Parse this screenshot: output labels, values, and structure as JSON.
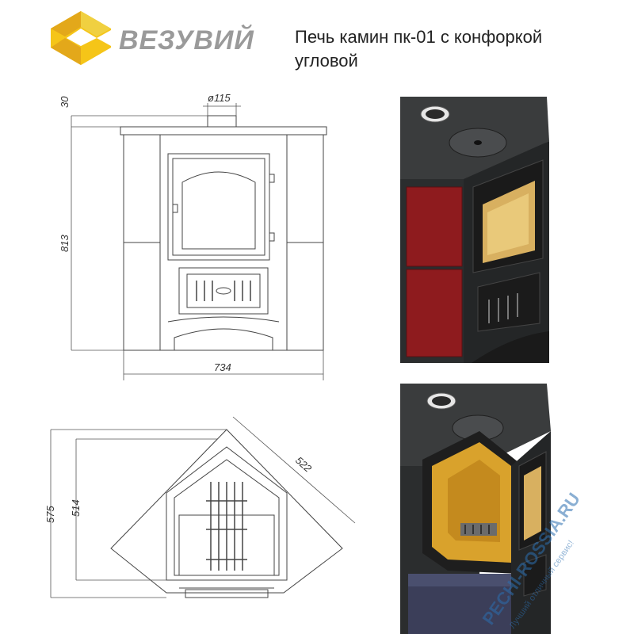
{
  "brand": {
    "name": "ВЕЗУВИЙ",
    "logo_colors": [
      "#f5c518",
      "#e3a81a"
    ]
  },
  "product_title": {
    "line1": "Печь камин пк-01 с конфоркой",
    "line2": "угловой"
  },
  "front_view": {
    "dimensions": {
      "flue_diameter": "ø115",
      "top_offset": "30",
      "height": "813",
      "width": "734"
    }
  },
  "top_view": {
    "dimensions": {
      "depth_outer": "575",
      "depth_inner": "514",
      "side": "522"
    }
  },
  "renders": {
    "top": {
      "description_colors": {
        "tile": "#8e1b1e",
        "body": "#2d2f30",
        "glass": "#d8b060"
      }
    },
    "bottom": {
      "description_colors": {
        "firebrick": "#d9a22c",
        "body": "#2d2f30"
      }
    }
  },
  "watermark": {
    "site": "PECHI-ROSSIA.RU",
    "slogan": "Лучший отличный сервис!"
  }
}
